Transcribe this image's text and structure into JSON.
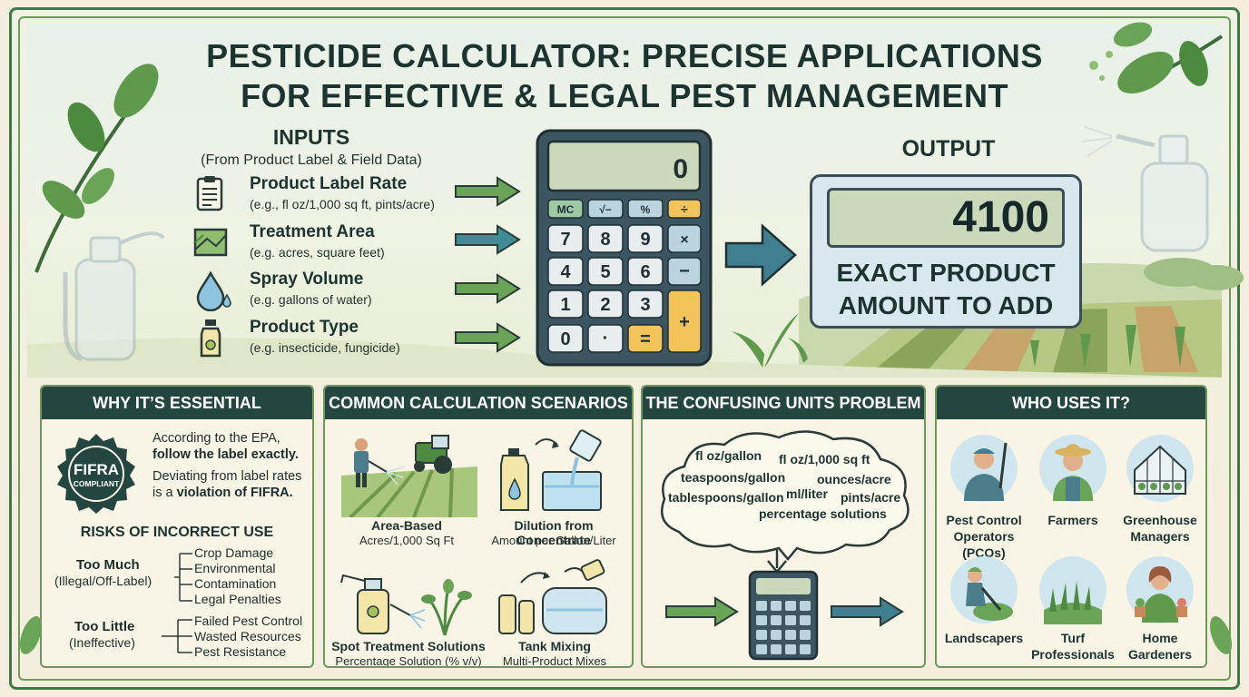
{
  "title": {
    "line1": "PESTICIDE CALCULATOR: PRECISE APPLICATIONS",
    "line2": "FOR EFFECTIVE & LEGAL PEST MANAGEMENT"
  },
  "inputs": {
    "heading": "INPUTS",
    "subheading": "(From Product Label & Field Data)",
    "items": [
      {
        "label": "Product Label Rate",
        "sub": "(e.g., fl oz/1,000 sq ft, pints/acre)",
        "icon": "clipboard-icon"
      },
      {
        "label": "Treatment Area",
        "sub": "(e.g. acres, square feet)",
        "icon": "field-map-icon"
      },
      {
        "label": "Spray Volume",
        "sub": "(e.g. gallons of water)",
        "icon": "water-drop-icon"
      },
      {
        "label": "Product Type",
        "sub": "(e.g. insecticide, fungicide)",
        "icon": "bottle-icon"
      }
    ]
  },
  "calculator": {
    "display": "0",
    "keys": [
      "MC",
      "√−",
      "%",
      "÷",
      "7",
      "8",
      "9",
      "×",
      "4",
      "5",
      "6",
      "−",
      "1",
      "2",
      "3",
      "+",
      "0",
      "·",
      "="
    ]
  },
  "output": {
    "heading": "OUTPUT",
    "value": "4100",
    "label_line1": "EXACT PRODUCT",
    "label_line2": "AMOUNT TO ADD"
  },
  "panels": {
    "essential": {
      "heading": "WHY IT’S ESSENTIAL",
      "badge_main": "FIFRA",
      "badge_sub": "COMPLIANT",
      "text1": "According to the EPA,",
      "text2": "follow the label exactly.",
      "text3": "Deviating from label rates",
      "text4_pre": "is a ",
      "text4_bold": "violation of FIFRA.",
      "risks_title": "RISKS OF INCORRECT USE",
      "too_much": "Too Much",
      "too_much_sub": "(Illegal/Off-Label)",
      "too_much_items": [
        "Crop Damage",
        "Environmental",
        "Contamination",
        "Legal Penalties"
      ],
      "too_little": "Too Little",
      "too_little_sub": "(Ineffective)",
      "too_little_items": [
        "Failed Pest Control",
        "Wasted Resources",
        "Pest Resistance"
      ]
    },
    "scenarios": {
      "heading": "COMMON CALCULATION SCENARIOS",
      "items": [
        {
          "title": "Area-Based",
          "sub": "Acres/1,000 Sq Ft"
        },
        {
          "title": "Dilution from Concentrate",
          "sub": "Amount per Gallon/Liter"
        },
        {
          "title": "Spot Treatment Solutions",
          "sub": "Percentage Solution (% v/v)"
        },
        {
          "title": "Tank Mixing",
          "sub": "Multi-Product Mixes"
        }
      ]
    },
    "units": {
      "heading": "THE CONFUSING UNITS PROBLEM",
      "words": [
        "fl oz/gallon",
        "fl oz/1,000 sq ft",
        "teaspoons/gallon",
        "ounces/acre",
        "tablespoons/gallon",
        "ml/liter",
        "pints/acre",
        "percentage solutions"
      ]
    },
    "who": {
      "heading": "WHO USES IT?",
      "items": [
        {
          "l1": "Pest Control",
          "l2": "Operators (PCOs)"
        },
        {
          "l1": "Farmers",
          "l2": ""
        },
        {
          "l1": "Greenhouse",
          "l2": "Managers"
        },
        {
          "l1": "Landscapers",
          "l2": ""
        },
        {
          "l1": "Turf",
          "l2": "Professionals"
        },
        {
          "l1": "Home",
          "l2": "Gardeners"
        }
      ]
    }
  },
  "colors": {
    "dark_teal": "#234740",
    "leaf_green": "#6d9a5b",
    "arrow_green": "#5d9a4a",
    "arrow_blue": "#3f7f90",
    "key_yellow": "#f2c45a",
    "key_blue": "#b9d3df"
  }
}
